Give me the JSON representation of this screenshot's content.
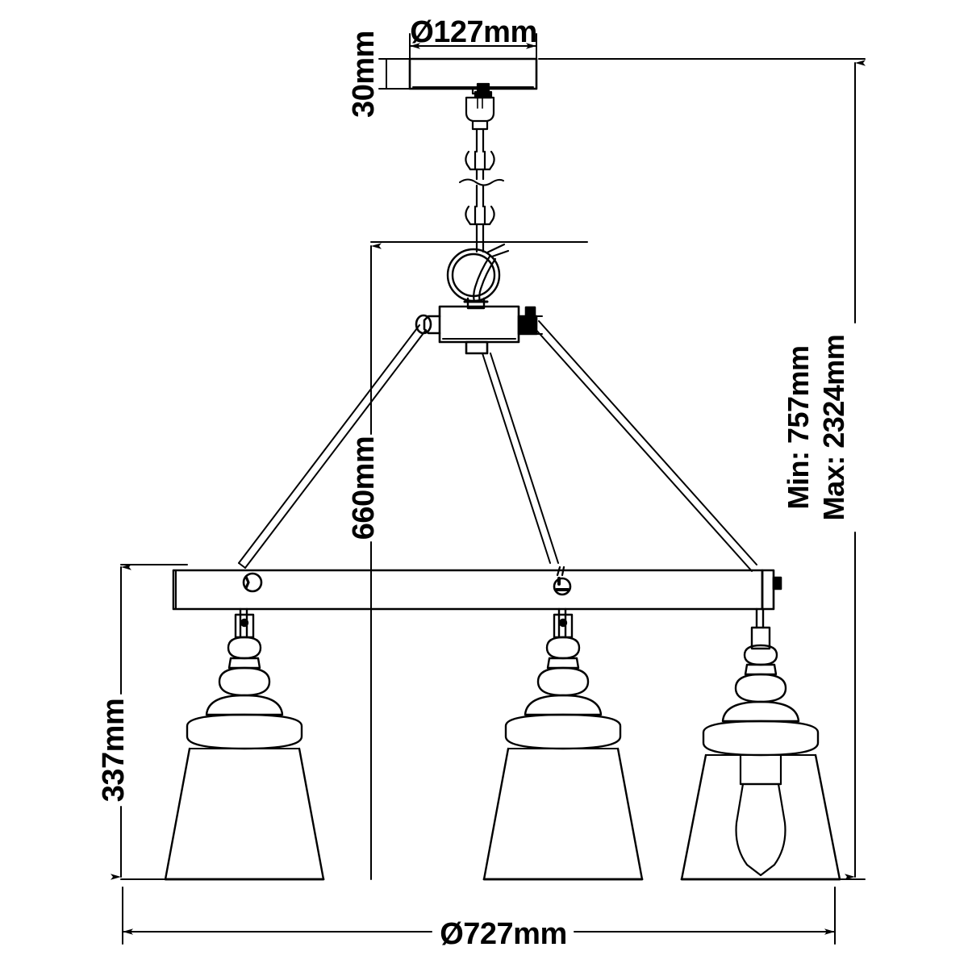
{
  "drawing": {
    "type": "technical-dimension-drawing",
    "subject": "3-light linear chandelier pendant with chain suspension",
    "units": "mm",
    "background_color": "#ffffff",
    "line_color": "#000000",
    "text_color": "#000000"
  },
  "dimensions": {
    "canopy_diameter": "Ø127mm",
    "canopy_height": "30mm",
    "drop_to_bar": "660mm",
    "shade_height": "337mm",
    "overall_width": "Ø727mm",
    "min_overall": "Min: 757mm",
    "max_overall": "Max: 2324mm"
  },
  "labels": [
    {
      "id": "canopy-diameter",
      "text": "Ø127mm",
      "orientation": "horizontal",
      "position": "top-center"
    },
    {
      "id": "canopy-height",
      "text": "30mm",
      "orientation": "vertical",
      "position": "top-left"
    },
    {
      "id": "drop-height",
      "text": "660mm",
      "orientation": "vertical",
      "position": "center-left"
    },
    {
      "id": "shade-height",
      "text": "337mm",
      "orientation": "vertical",
      "position": "bottom-left"
    },
    {
      "id": "overall-width",
      "text": "Ø727mm",
      "orientation": "horizontal",
      "position": "bottom-center"
    },
    {
      "id": "min-overall-height",
      "text": "Min: 757mm",
      "orientation": "vertical",
      "position": "right"
    },
    {
      "id": "max-overall-height",
      "text": "Max: 2324mm",
      "orientation": "vertical",
      "position": "right"
    }
  ],
  "components": {
    "canopy": "ceiling-canopy-plate",
    "chain": "suspension-chain-with-break-symbol",
    "loop": "hanging-ring-loop",
    "junction": "central-junction-box",
    "arms": "three-support-arms",
    "bar": "horizontal-linear-bar",
    "shades": [
      "left-cone-shade",
      "center-cone-shade",
      "right-cone-shade"
    ],
    "bulb": "edison-style-bulb-in-right-shade"
  }
}
